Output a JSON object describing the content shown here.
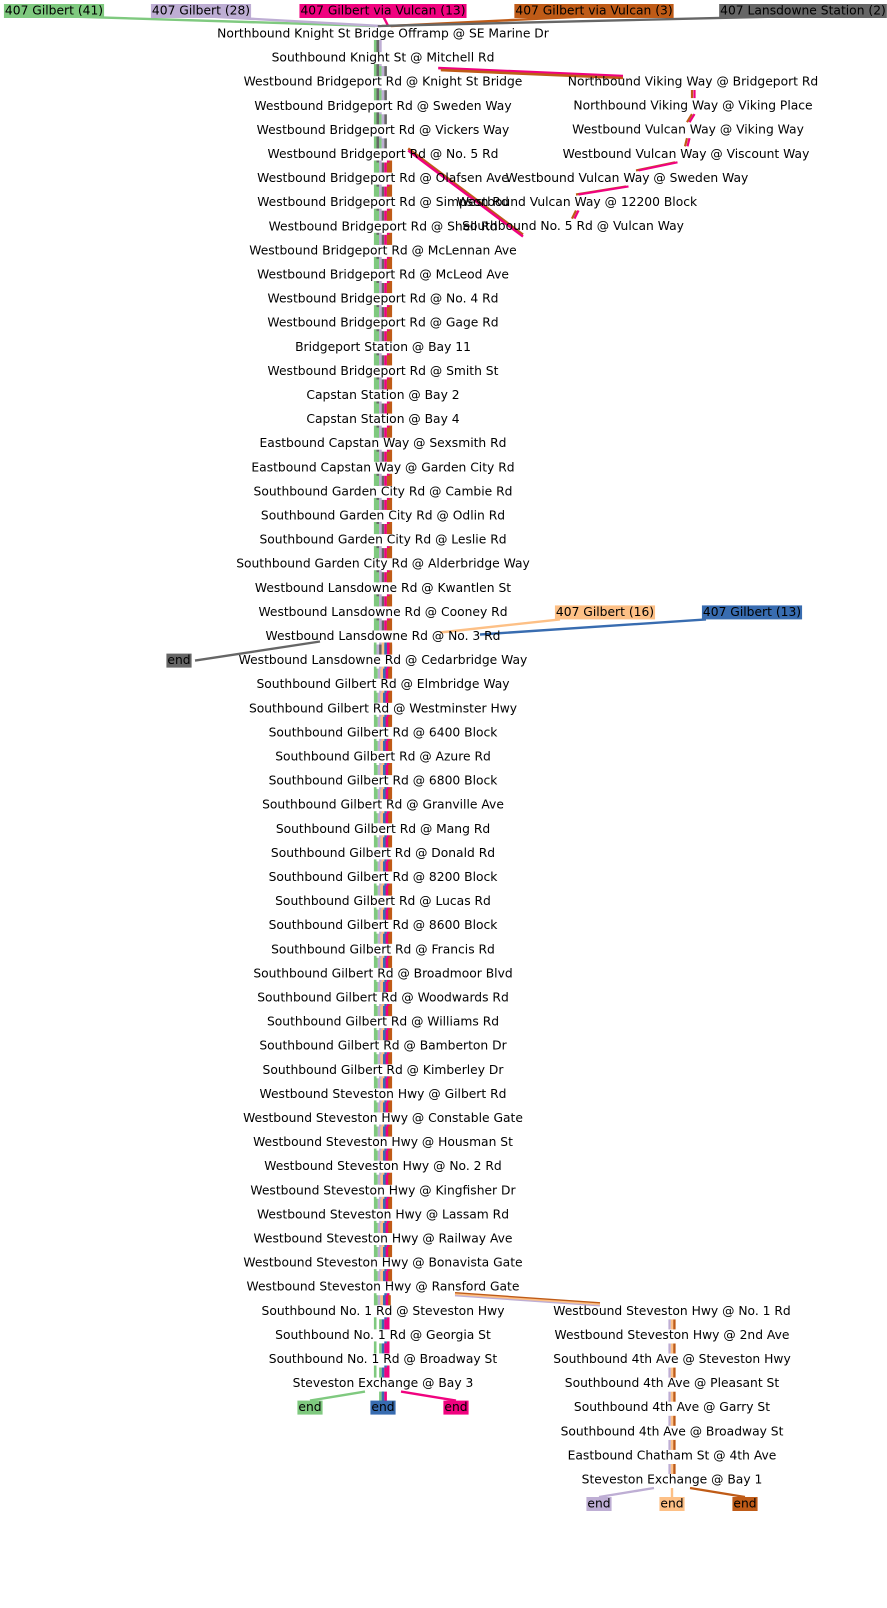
{
  "routes": [
    {
      "id": "r41",
      "label": "407 Gilbert (41)",
      "color": "#7fc97f"
    },
    {
      "id": "r28",
      "label": "407 Gilbert (28)",
      "color": "#beaed4"
    },
    {
      "id": "rv13",
      "label": "407 Gilbert via Vulcan (13)",
      "color": "#f0027f"
    },
    {
      "id": "rv3",
      "label": "407 Gilbert via Vulcan (3)",
      "color": "#bf5b17"
    },
    {
      "id": "rl2",
      "label": "407 Lansdowne Station (2)",
      "color": "#666666"
    },
    {
      "id": "r16",
      "label": "407 Gilbert (16)",
      "color": "#fdc086"
    },
    {
      "id": "r13",
      "label": "407 Gilbert (13)",
      "color": "#386cb0"
    }
  ],
  "end_label": "end",
  "main_stops": [
    "Northbound Knight St Bridge Offramp @ SE Marine Dr",
    "Southbound Knight St @ Mitchell Rd",
    "Westbound Bridgeport Rd @ Knight St Bridge",
    "Westbound Bridgeport Rd @ Sweden Way",
    "Westbound Bridgeport Rd @ Vickers Way",
    "Westbound Bridgeport Rd @ No. 5 Rd",
    "Westbound Bridgeport Rd @ Olafsen Ave",
    "Westbound Bridgeport Rd @ Simpson Rd",
    "Westbound Bridgeport Rd @ Shell Rd",
    "Westbound Bridgeport Rd @ McLennan Ave",
    "Westbound Bridgeport Rd @ McLeod Ave",
    "Westbound Bridgeport Rd @ No. 4 Rd",
    "Westbound Bridgeport Rd @ Gage Rd",
    "Bridgeport Station @ Bay 11",
    "Westbound Bridgeport Rd @ Smith St",
    "Capstan Station @ Bay 2",
    "Capstan Station @ Bay 4",
    "Eastbound Capstan Way @ Sexsmith Rd",
    "Eastbound Capstan Way @ Garden City Rd",
    "Southbound Garden City Rd @ Cambie Rd",
    "Southbound Garden City Rd @ Odlin Rd",
    "Southbound Garden City Rd @ Leslie Rd",
    "Southbound Garden City Rd @ Alderbridge Way",
    "Westbound Lansdowne Rd @ Kwantlen St",
    "Westbound Lansdowne Rd @ Cooney Rd",
    "Westbound Lansdowne Rd @ No. 3 Rd",
    "Westbound Lansdowne Rd @ Cedarbridge Way",
    "Southbound Gilbert Rd @ Elmbridge Way",
    "Southbound Gilbert Rd @ Westminster Hwy",
    "Southbound Gilbert Rd @ 6400 Block",
    "Southbound Gilbert Rd @ Azure Rd",
    "Southbound Gilbert Rd @ 6800 Block",
    "Southbound Gilbert Rd @ Granville Ave",
    "Southbound Gilbert Rd @ Mang Rd",
    "Southbound Gilbert Rd @ Donald Rd",
    "Southbound Gilbert Rd @ 8200 Block",
    "Southbound Gilbert Rd @ Lucas Rd",
    "Southbound Gilbert Rd @ 8600 Block",
    "Southbound Gilbert Rd @ Francis Rd",
    "Southbound Gilbert Rd @ Broadmoor Blvd",
    "Southbound Gilbert Rd @ Woodwards Rd",
    "Southbound Gilbert Rd @ Williams Rd",
    "Southbound Gilbert Rd @ Bamberton Dr",
    "Southbound Gilbert Rd @ Kimberley Dr",
    "Westbound Steveston Hwy @ Gilbert Rd",
    "Westbound Steveston Hwy @ Constable Gate",
    "Westbound Steveston Hwy @ Housman St",
    "Westbound Steveston Hwy @ No. 2 Rd",
    "Westbound Steveston Hwy @ Kingfisher Dr",
    "Westbound Steveston Hwy @ Lassam Rd",
    "Westbound Steveston Hwy @ Railway Ave",
    "Westbound Steveston Hwy @ Bonavista Gate",
    "Westbound Steveston Hwy @ Ransford Gate",
    "Southbound No. 1 Rd @ Steveston Hwy",
    "Southbound No. 1 Rd @ Georgia St",
    "Southbound No. 1 Rd @ Broadway St",
    "Steveston Exchange @ Bay 3"
  ],
  "vulcan_stops": [
    "Northbound Viking Way @ Bridgeport Rd",
    "Northbound Viking Way @ Viking Place",
    "Westbound Vulcan Way @ Viking Way",
    "Westbound Vulcan Way @ Viscount Way",
    "Westbound Vulcan Way @ Sweden Way",
    "Westbound Vulcan Way @ 12200 Block",
    "Southbound No. 5 Rd @ Vulcan Way"
  ],
  "branch_stops": [
    "Westbound Steveston Hwy @ No. 1 Rd",
    "Westbound Steveston Hwy @ 2nd Ave",
    "Southbound 4th Ave @ Steveston Hwy",
    "Southbound 4th Ave @ Pleasant St",
    "Southbound 4th Ave @ Garry St",
    "Southbound 4th Ave @ Broadway St",
    "Eastbound Chatham St @ 4th Ave",
    "Steveston Exchange @ Bay 1"
  ]
}
